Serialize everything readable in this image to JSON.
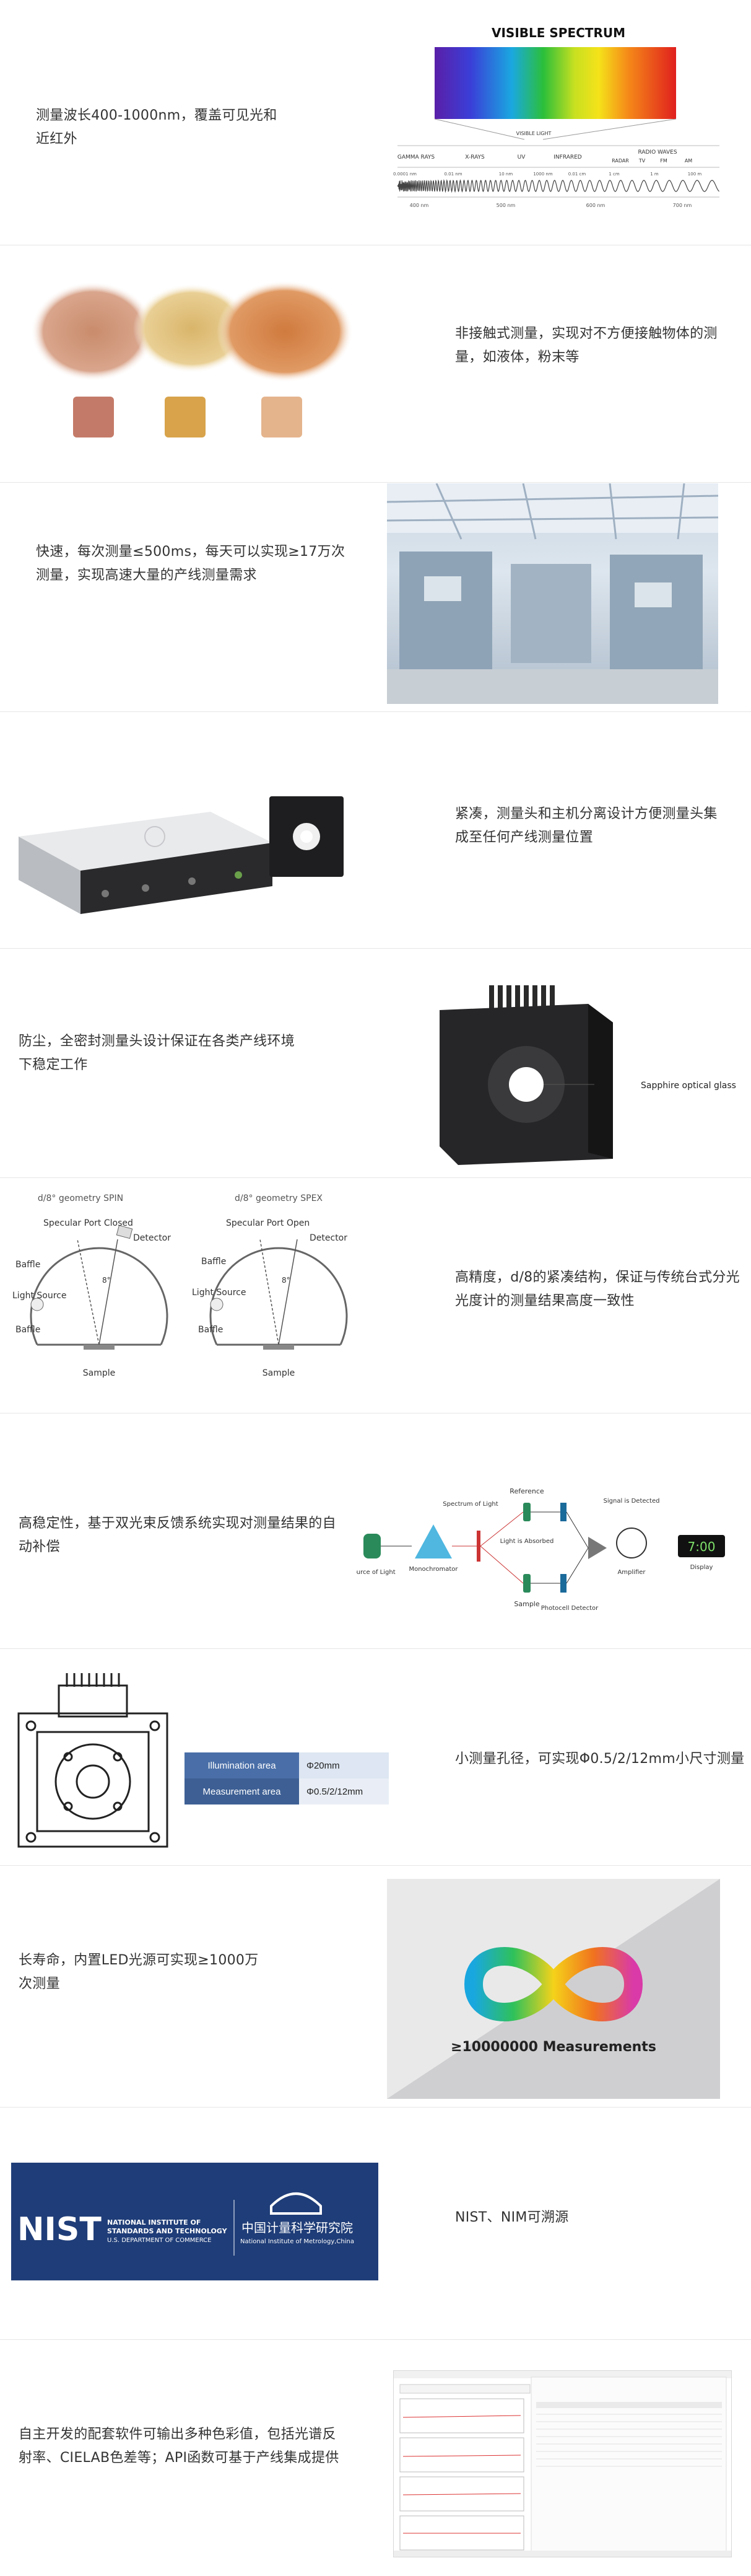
{
  "sections": [
    {
      "text": "测量波长400-1000nm，覆盖可见光和近红外"
    },
    {
      "text": "非接触式测量，实现对不方便接触物体的测量，如液体，粉末等"
    },
    {
      "text": "快速，每次测量≤500ms，每天可以实现≥17万次测量，实现高速大量的产线测量需求"
    },
    {
      "text": "紧凑，测量头和主机分离设计方便测量头集成至任何产线测量位置"
    },
    {
      "text": "防尘，全密封测量头设计保证在各类产线环境下稳定工作"
    },
    {
      "text": "高精度，d/8的紧凑结构，保证与传统台式分光光度计的测量结果高度一致性"
    },
    {
      "text": "高稳定性，基于双光束反馈系统实现对测量结果的自动补偿"
    },
    {
      "text": "小测量孔径，可实现Φ0.5/2/12mm小尺寸测量"
    },
    {
      "text": "长寿命，内置LED光源可实现≥1000万次测量"
    },
    {
      "text": "NIST、NIM可溯源"
    },
    {
      "text": "自主开发的配套软件可输出多种色彩值，包括光谱反射率、CIELAB色差等；API函数可基于产线集成提供"
    }
  ],
  "spectrum": {
    "title": "VISIBLE SPECTRUM",
    "visible_light": "VISIBLE LIGHT",
    "bands": [
      "GAMMA RAYS",
      "X-RAYS",
      "UV",
      "INFRARED",
      "RADIO WAVES"
    ],
    "radio_sub": [
      "RADAR",
      "TV",
      "FM",
      "AM"
    ],
    "scale": [
      "0.0001 nm",
      "0.01 nm",
      "10 nm",
      "1000 nm",
      "0.01 cm",
      "1 cm",
      "1 m",
      "100 m"
    ],
    "nm_ticks": [
      "400 nm",
      "500 nm",
      "600 nm",
      "700 nm"
    ]
  },
  "geometry": {
    "left_title": "d/8° geometry SPIN",
    "right_title": "d/8° geometry SPEX",
    "port_closed": "Specular Port Closed",
    "port_open": "Specular Port Open",
    "detector": "Detector",
    "baffle": "Baffle",
    "light_source": "Light Source",
    "sample": "Sample",
    "angle": "8°"
  },
  "dual_beam": {
    "source": "Source of Light",
    "mono": "Monochromator",
    "spectrum": "Spectrum of Light",
    "reference": "Reference",
    "absorbed": "Light is Absorbed",
    "sample": "Sample",
    "detector": "Photocell Detector",
    "signal": "Signal is Detected",
    "amplifier": "Amplifier",
    "display": "Display",
    "display_value": "7:00"
  },
  "aperture": {
    "illum_label": "Illumination area",
    "illum_value": "Φ20mm",
    "meas_label": "Measurement area",
    "meas_value": "Φ0.5/2/12mm"
  },
  "lifetime": {
    "caption": "≥10000000 Measurements"
  },
  "sapphire": "Sapphire optical glass",
  "nist": {
    "logo": "NIST",
    "line1": "NATIONAL INSTITUTE OF",
    "line2": "STANDARDS AND TECHNOLOGY",
    "line3": "U.S. DEPARTMENT OF COMMERCE",
    "nim_cn": "中国计量科学研究院",
    "nim_en": "National Institute of Metrology,China"
  }
}
